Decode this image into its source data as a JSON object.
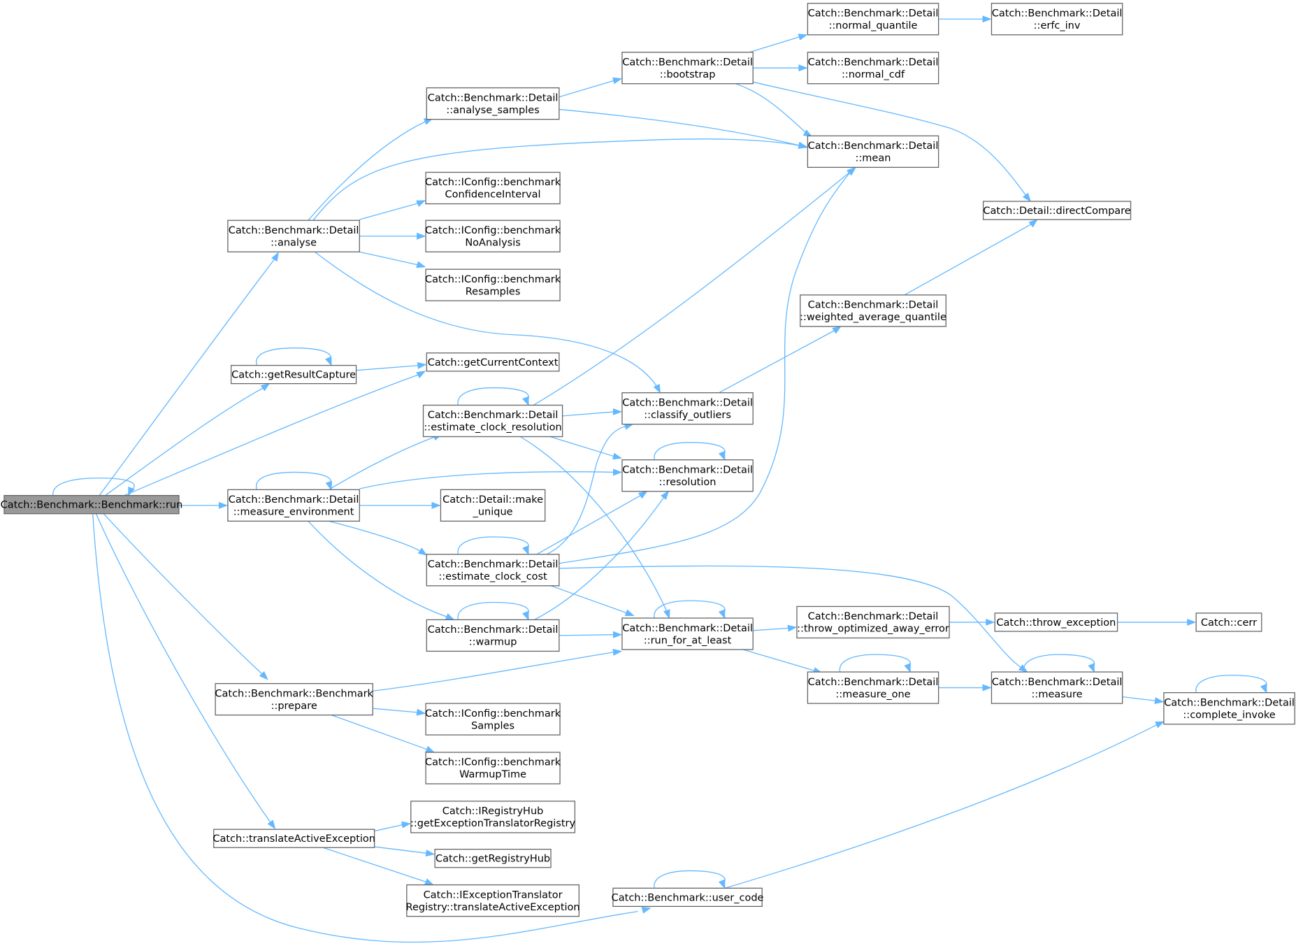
{
  "graph": {
    "colors": {
      "edge": "#63b8ff",
      "node_border": "#666666",
      "root_fill": "#999999",
      "node_fill": "#ffffff"
    },
    "nodes": [
      {
        "id": "run",
        "lines": [
          "Catch::Benchmark::Benchmark::run"
        ],
        "root": true
      },
      {
        "id": "analyse",
        "lines": [
          "Catch::Benchmark::Detail",
          "::analyse"
        ]
      },
      {
        "id": "getResultCapture",
        "lines": [
          "Catch::getResultCapture"
        ]
      },
      {
        "id": "measure_environment",
        "lines": [
          "Catch::Benchmark::Detail",
          "::measure_environment"
        ]
      },
      {
        "id": "prepare",
        "lines": [
          "Catch::Benchmark::Benchmark",
          "::prepare"
        ]
      },
      {
        "id": "translateActiveException",
        "lines": [
          "Catch::translateActiveException"
        ]
      },
      {
        "id": "analyse_samples",
        "lines": [
          "Catch::Benchmark::Detail",
          "::analyse_samples"
        ]
      },
      {
        "id": "benchmarkConfidenceInterval",
        "lines": [
          "Catch::IConfig::benchmark",
          "ConfidenceInterval"
        ]
      },
      {
        "id": "benchmarkNoAnalysis",
        "lines": [
          "Catch::IConfig::benchmark",
          "NoAnalysis"
        ]
      },
      {
        "id": "benchmarkResamples",
        "lines": [
          "Catch::IConfig::benchmark",
          "Resamples"
        ]
      },
      {
        "id": "getCurrentContext",
        "lines": [
          "Catch::getCurrentContext"
        ]
      },
      {
        "id": "estimate_clock_resolution",
        "lines": [
          "Catch::Benchmark::Detail",
          "::estimate_clock_resolution"
        ]
      },
      {
        "id": "make_unique",
        "lines": [
          "Catch::Detail::make",
          "_unique"
        ]
      },
      {
        "id": "estimate_clock_cost",
        "lines": [
          "Catch::Benchmark::Detail",
          "::estimate_clock_cost"
        ]
      },
      {
        "id": "warmup",
        "lines": [
          "Catch::Benchmark::Detail",
          "::warmup"
        ]
      },
      {
        "id": "benchmarkSamples",
        "lines": [
          "Catch::IConfig::benchmark",
          "Samples"
        ]
      },
      {
        "id": "benchmarkWarmupTime",
        "lines": [
          "Catch::IConfig::benchmark",
          "WarmupTime"
        ]
      },
      {
        "id": "getExceptionTranslatorRegistry",
        "lines": [
          "Catch::IRegistryHub",
          "::getExceptionTranslatorRegistry"
        ]
      },
      {
        "id": "getRegistryHub",
        "lines": [
          "Catch::getRegistryHub"
        ]
      },
      {
        "id": "translatorRegistry",
        "lines": [
          "Catch::IExceptionTranslator",
          "Registry::translateActiveException"
        ]
      },
      {
        "id": "bootstrap",
        "lines": [
          "Catch::Benchmark::Detail",
          "::bootstrap"
        ]
      },
      {
        "id": "classify_outliers",
        "lines": [
          "Catch::Benchmark::Detail",
          "::classify_outliers"
        ]
      },
      {
        "id": "resolution",
        "lines": [
          "Catch::Benchmark::Detail",
          "::resolution"
        ]
      },
      {
        "id": "run_for_at_least",
        "lines": [
          "Catch::Benchmark::Detail",
          "::run_for_at_least"
        ]
      },
      {
        "id": "user_code",
        "lines": [
          "Catch::Benchmark::user_code"
        ]
      },
      {
        "id": "normal_quantile",
        "lines": [
          "Catch::Benchmark::Detail",
          "::normal_quantile"
        ]
      },
      {
        "id": "normal_cdf",
        "lines": [
          "Catch::Benchmark::Detail",
          "::normal_cdf"
        ]
      },
      {
        "id": "mean",
        "lines": [
          "Catch::Benchmark::Detail",
          "::mean"
        ]
      },
      {
        "id": "weighted_average_quantile",
        "lines": [
          "Catch::Benchmark::Detail",
          "::weighted_average_quantile"
        ]
      },
      {
        "id": "throw_optimized_away_error",
        "lines": [
          "Catch::Benchmark::Detail",
          "::throw_optimized_away_error"
        ]
      },
      {
        "id": "measure_one",
        "lines": [
          "Catch::Benchmark::Detail",
          "::measure_one"
        ]
      },
      {
        "id": "erfc_inv",
        "lines": [
          "Catch::Benchmark::Detail",
          "::erfc_inv"
        ]
      },
      {
        "id": "directCompare",
        "lines": [
          "Catch::Detail::directCompare"
        ]
      },
      {
        "id": "throw_exception",
        "lines": [
          "Catch::throw_exception"
        ]
      },
      {
        "id": "measure",
        "lines": [
          "Catch::Benchmark::Detail",
          "::measure"
        ]
      },
      {
        "id": "complete_invoke",
        "lines": [
          "Catch::Benchmark::Detail",
          "::complete_invoke"
        ]
      },
      {
        "id": "cerr",
        "lines": [
          "Catch::cerr"
        ]
      }
    ]
  }
}
